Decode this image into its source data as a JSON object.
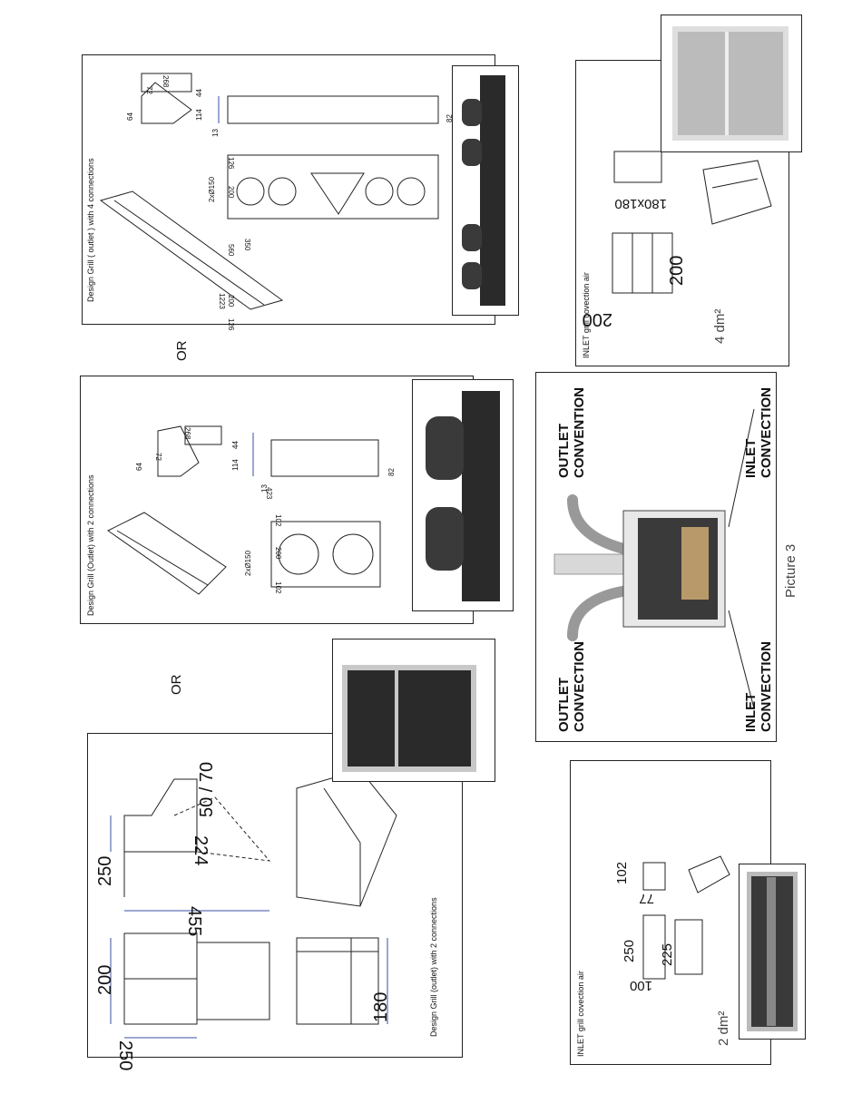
{
  "separators": {
    "or_1": "OR",
    "or_2": "OR"
  },
  "panel_a": {
    "caption": "Design Grill (outlet) with 2 connections",
    "dims": {
      "d200": "200",
      "d250a": "250",
      "d455": "455",
      "d224": "224",
      "d250b": "250",
      "d5070": "50 / 70",
      "d180": "180"
    }
  },
  "panel_b": {
    "caption": "Design Grill (Outlet) with 2 connections",
    "dims": {
      "d64": "64",
      "d72": "72",
      "d268": "268",
      "d44": "44",
      "d114": "114",
      "d13": "13",
      "d82": "82",
      "d423": "423",
      "d2x150": "2xØ150",
      "d102a": "102",
      "d200": "200",
      "d102b": "102"
    }
  },
  "panel_c": {
    "caption": "Design Grill ( outlet ) with 4 connections",
    "dims": {
      "d64": "64",
      "d72": "72",
      "d268": "268",
      "d44": "44",
      "d114": "114",
      "d13": "13",
      "d82": "82",
      "d1223": "1223",
      "d2x150": "2xØ150",
      "d126a": "126",
      "d200a": "200",
      "d560": "560",
      "d350": "350",
      "d200b": "200",
      "d126b": "126"
    }
  },
  "picture3": {
    "title": "Picture 3",
    "labels": {
      "outlet_top_1": "OUTLET",
      "outlet_top_2": "CONVENTION",
      "inlet_top_1": "INLET",
      "inlet_top_2": "CONVECTION",
      "outlet_bot_1": "OUTLET",
      "outlet_bot_2": "CONVECTION",
      "inlet_bot_1": "INLET",
      "inlet_bot_2": "CONVECTION"
    }
  },
  "inlet_4dm": {
    "caption": "INLET grill covection air",
    "area": "4 dm²",
    "dims": {
      "d200a": "200",
      "d200b": "200",
      "d180x180": "180x180"
    }
  },
  "inlet_2dm": {
    "caption": "INLET grill covection air",
    "area": "2 dm²",
    "dims": {
      "d100": "100",
      "d250": "250",
      "d225": "225",
      "d77": "77",
      "d102": "102"
    }
  },
  "colors": {
    "line": "#222222",
    "photo_dark": "#2a2a2a",
    "metal": "#c8c8c8",
    "dim_blue": "#3a4fa0"
  }
}
